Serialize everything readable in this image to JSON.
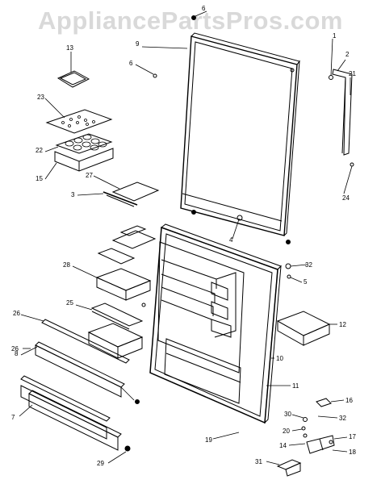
{
  "watermark": "AppliancePartsPros.com",
  "parts": [
    {
      "id": "p1",
      "text": "1"
    },
    {
      "id": "p2",
      "text": "2"
    },
    {
      "id": "p3",
      "text": "3"
    },
    {
      "id": "p4",
      "text": "4"
    },
    {
      "id": "p5",
      "text": "5"
    },
    {
      "id": "p6a",
      "text": "6"
    },
    {
      "id": "p6b",
      "text": "6"
    },
    {
      "id": "p7",
      "text": "7"
    },
    {
      "id": "p8",
      "text": "8"
    },
    {
      "id": "p9",
      "text": "9"
    },
    {
      "id": "p10",
      "text": "10"
    },
    {
      "id": "p11",
      "text": "11"
    },
    {
      "id": "p12",
      "text": "12"
    },
    {
      "id": "p13",
      "text": "13"
    },
    {
      "id": "p14",
      "text": "14"
    },
    {
      "id": "p15",
      "text": "15"
    },
    {
      "id": "p16",
      "text": "16"
    },
    {
      "id": "p17",
      "text": "17"
    },
    {
      "id": "p18",
      "text": "18"
    },
    {
      "id": "p19",
      "text": "19"
    },
    {
      "id": "p20",
      "text": "20"
    },
    {
      "id": "p21",
      "text": "21"
    },
    {
      "id": "p22",
      "text": "22"
    },
    {
      "id": "p23",
      "text": "23"
    },
    {
      "id": "p24",
      "text": "24"
    },
    {
      "id": "p25",
      "text": "25"
    },
    {
      "id": "p26a",
      "text": "26"
    },
    {
      "id": "p26b",
      "text": "26"
    },
    {
      "id": "p27",
      "text": "27"
    },
    {
      "id": "p28",
      "text": "28"
    },
    {
      "id": "p29",
      "text": "29"
    },
    {
      "id": "p30",
      "text": "30"
    },
    {
      "id": "p31",
      "text": "31"
    },
    {
      "id": "p32a",
      "text": "32"
    },
    {
      "id": "p32b",
      "text": "32"
    }
  ]
}
